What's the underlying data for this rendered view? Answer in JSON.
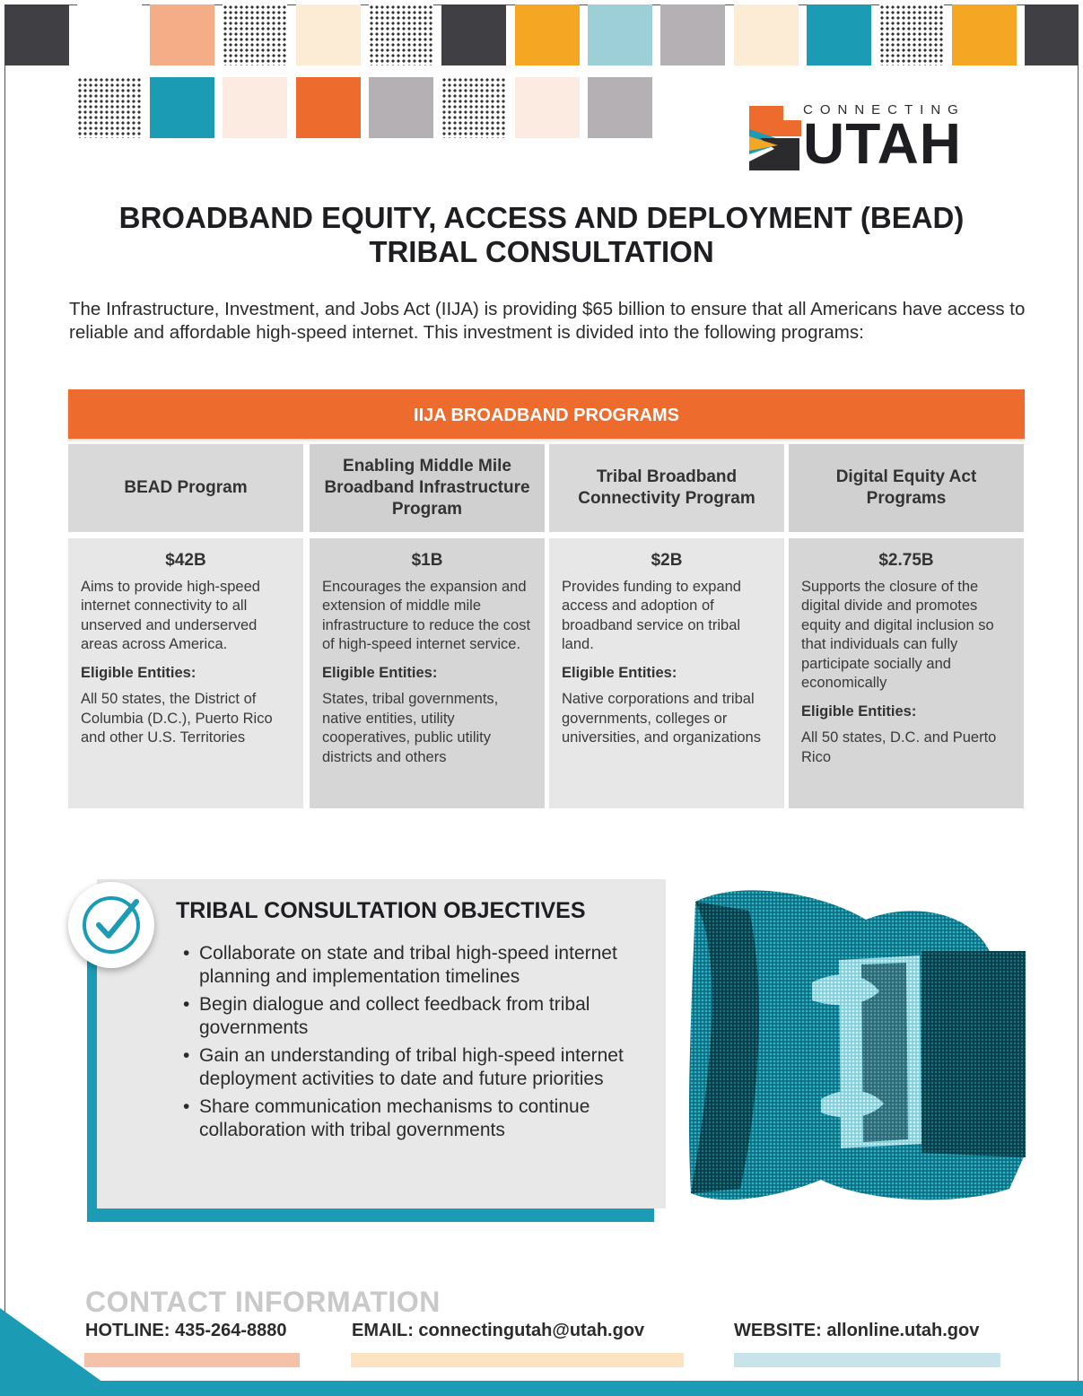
{
  "logo": {
    "small": "CONNECTING",
    "big": "UTAH"
  },
  "title": {
    "line1": "BROADBAND EQUITY, ACCESS AND DEPLOYMENT (BEAD)",
    "line2": "TRIBAL CONSULTATION"
  },
  "intro": "The Infrastructure, Investment, and Jobs Act (IIJA) is providing $65 billion to ensure that all Americans have access to reliable and affordable high-speed internet. This investment is divided into the following programs:",
  "programs": {
    "header": "IIJA BROADBAND PROGRAMS",
    "items": [
      {
        "name": "BEAD Program",
        "amount": "$42B",
        "description": "Aims to provide high-speed internet connectivity to all unserved and underserved areas across America.",
        "eligible_label": "Eligible Entities:",
        "eligible": "All 50 states, the District of Columbia (D.C.), Puerto Rico and other U.S. Territories"
      },
      {
        "name": "Enabling Middle Mile Broadband Infrastructure Program",
        "amount": "$1B",
        "description": "Encourages the expansion and extension of middle mile infrastructure to reduce the cost of high-speed internet service.",
        "eligible_label": "Eligible Entities:",
        "eligible": "States, tribal governments, native entities, utility cooperatives, public utility districts and others"
      },
      {
        "name": "Tribal Broadband Connectivity Program",
        "amount": "$2B",
        "description": "Provides funding to expand access and adoption of broadband service on tribal land.",
        "eligible_label": "Eligible Entities:",
        "eligible": "Native corporations and tribal governments, colleges or universities, and organizations"
      },
      {
        "name": "Digital Equity Act Programs",
        "amount": "$2.75B",
        "description": "Supports the closure of the digital divide and promotes equity and digital inclusion so that individuals can fully participate socially and economically",
        "eligible_label": "Eligible Entities:",
        "eligible": "All 50 states, D.C. and Puerto Rico"
      }
    ]
  },
  "objectives": {
    "title": "TRIBAL CONSULTATION OBJECTIVES",
    "items": [
      "Collaborate on state and tribal high-speed internet planning and implementation timelines",
      "Begin dialogue and collect feedback from tribal governments",
      "Gain an understanding of tribal high-speed internet deployment activities to date and future priorities",
      "Share communication mechanisms to continue collaboration with tribal governments"
    ]
  },
  "contact": {
    "title": "CONTACT INFORMATION",
    "hotline": "HOTLINE: 435-264-8880",
    "email": "EMAIL: connectingutah@utah.gov",
    "website": "WEBSITE: allonline.utah.gov"
  },
  "colors": {
    "orange": "#ee6b2e",
    "teal": "#1c9cb4",
    "dark": "#3f3f44",
    "gold": "#f5a623",
    "peach": "#f4ad86",
    "cream": "#fcebd5",
    "light_blue": "#9ccfd8",
    "gray": "#b5b0b3"
  }
}
